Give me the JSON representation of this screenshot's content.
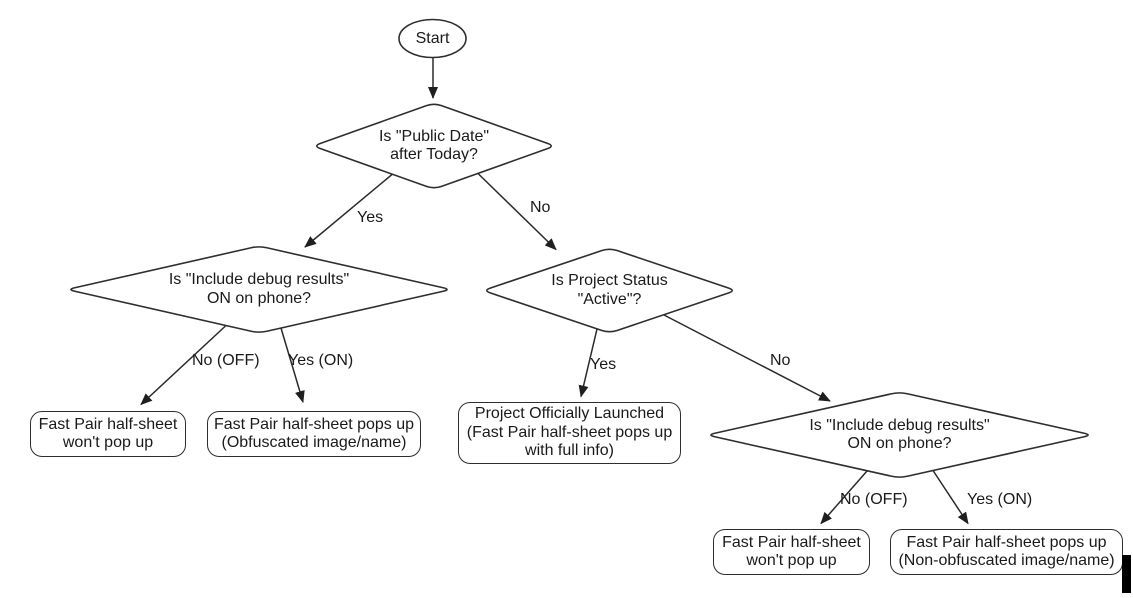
{
  "colors": {
    "line": "#2e2e2e",
    "text": "#1a1a1a",
    "background": "#ffffff",
    "caret": "#000000"
  },
  "flowchart": {
    "start": {
      "label": "Start"
    },
    "decisions": [
      {
        "text": "Is \"Public Date\"\nafter Today?"
      },
      {
        "text": "Is \"Include debug results\"\nON on phone?"
      },
      {
        "text": "Is Project Status\n\"Active\"?"
      },
      {
        "text": "Is \"Include debug results\"\nON on phone?"
      }
    ],
    "outcomes": [
      {
        "text": "Fast Pair half-sheet\nwon't pop up"
      },
      {
        "text": "Fast Pair half-sheet pops up\n(Obfuscated image/name)"
      },
      {
        "text": "Project Officially Launched\n(Fast Pair half-sheet pops up\nwith full info)"
      },
      {
        "text": "Fast Pair half-sheet\nwon't pop up"
      },
      {
        "text": "Fast Pair half-sheet pops up\n(Non-obfuscated image/name)"
      }
    ],
    "edge_labels": {
      "d1_yes": "Yes",
      "d1_no": "No",
      "d2_no_off": "No (OFF)",
      "d2_yes_on": "Yes (ON)",
      "d3_yes": "Yes",
      "d3_no": "No",
      "d4_no_off": "No (OFF)",
      "d4_yes_on": "Yes (ON)"
    }
  }
}
